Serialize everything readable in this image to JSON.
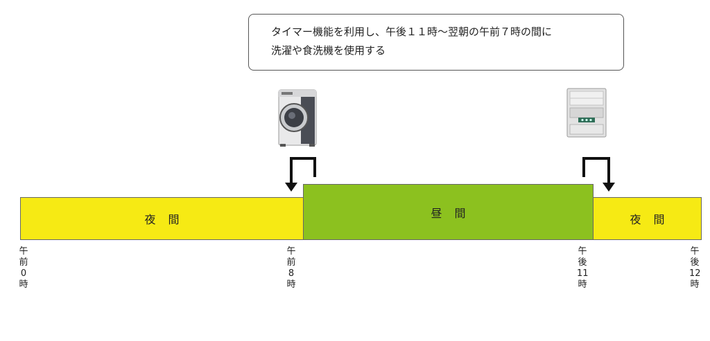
{
  "callout": {
    "line1": "タイマー機能を利用し、午後１１時～翌朝の午前７時の間に",
    "line2": "洗濯や食洗機を使用する"
  },
  "bands": {
    "night_left": "夜間",
    "day": "昼間",
    "night_right": "夜間"
  },
  "ticks": [
    {
      "lines": [
        "午",
        "前",
        "0",
        "時"
      ]
    },
    {
      "lines": [
        "午",
        "前",
        "8",
        "時"
      ]
    },
    {
      "lines": [
        "午",
        "後",
        "11",
        "時"
      ]
    },
    {
      "lines": [
        "午",
        "後",
        "12",
        "時"
      ]
    }
  ],
  "icons": {
    "washing_machine": "washing-machine-icon",
    "dishwasher": "dishwasher-icon"
  },
  "colors": {
    "night": "#f6ea14",
    "day": "#8cc11f"
  }
}
